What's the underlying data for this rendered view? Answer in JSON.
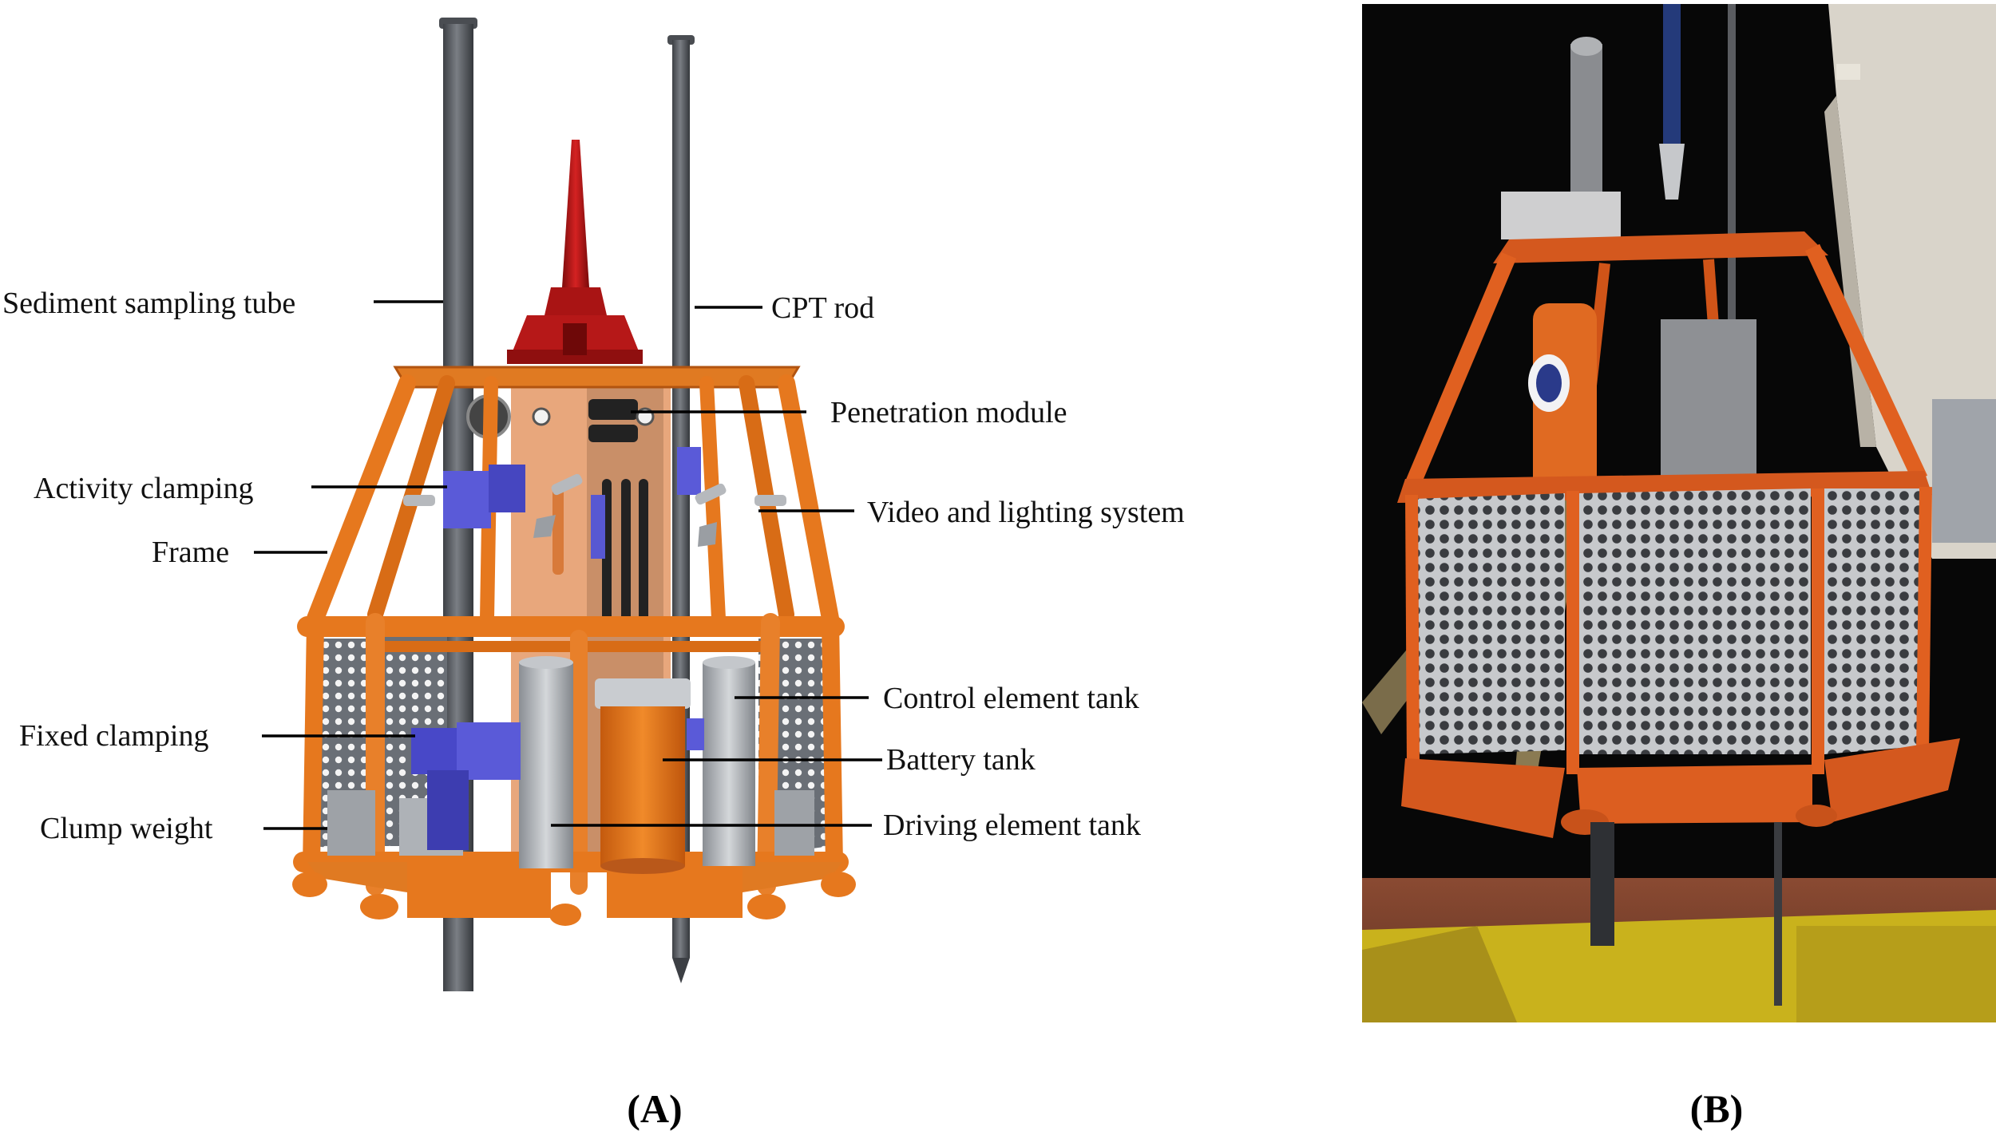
{
  "panel_a": {
    "caption": "(A)",
    "labels": {
      "sediment_tube": "Sediment sampling tube",
      "cpt_rod": "CPT rod",
      "penetration_module": "Penetration module",
      "activity_clamping": "Activity clamping",
      "video_lighting": "Video and lighting system",
      "frame": "Frame",
      "control_tank": "Control element tank",
      "fixed_clamping": "Fixed clamping",
      "battery_tank": "Battery tank",
      "clump_weight": "Clump weight",
      "driving_tank": "Driving element tank"
    }
  },
  "panel_b": {
    "caption": "(B)"
  },
  "colors": {
    "frame_orange": "#e6781e",
    "frame_dark": "#b85410",
    "cone_red": "#b01818",
    "clamp_blue": "#5a5ad8",
    "tube_grey": "#55595e",
    "tank_silver": "#a9adb2",
    "photo_background": "#070707",
    "deck_yellow": "#c9b21c"
  }
}
